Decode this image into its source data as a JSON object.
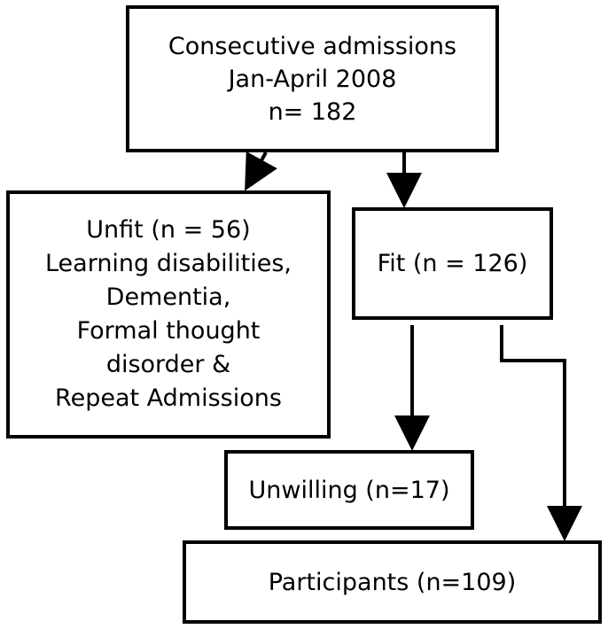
{
  "flowchart": {
    "admissions": {
      "lines": [
        "Consecutive admissions",
        "Jan-April 2008",
        "n= 182"
      ]
    },
    "unfit": {
      "lines": [
        "Unfit (n = 56)",
        "Learning disabilities,",
        "Dementia,",
        "Formal thought",
        "disorder &",
        "Repeat Admissions"
      ]
    },
    "fit": {
      "lines": [
        "Fit (n = 126)"
      ]
    },
    "unwilling": {
      "lines": [
        "Unwilling (n=17)"
      ]
    },
    "participants": {
      "lines": [
        "Participants (n=109)"
      ]
    }
  }
}
